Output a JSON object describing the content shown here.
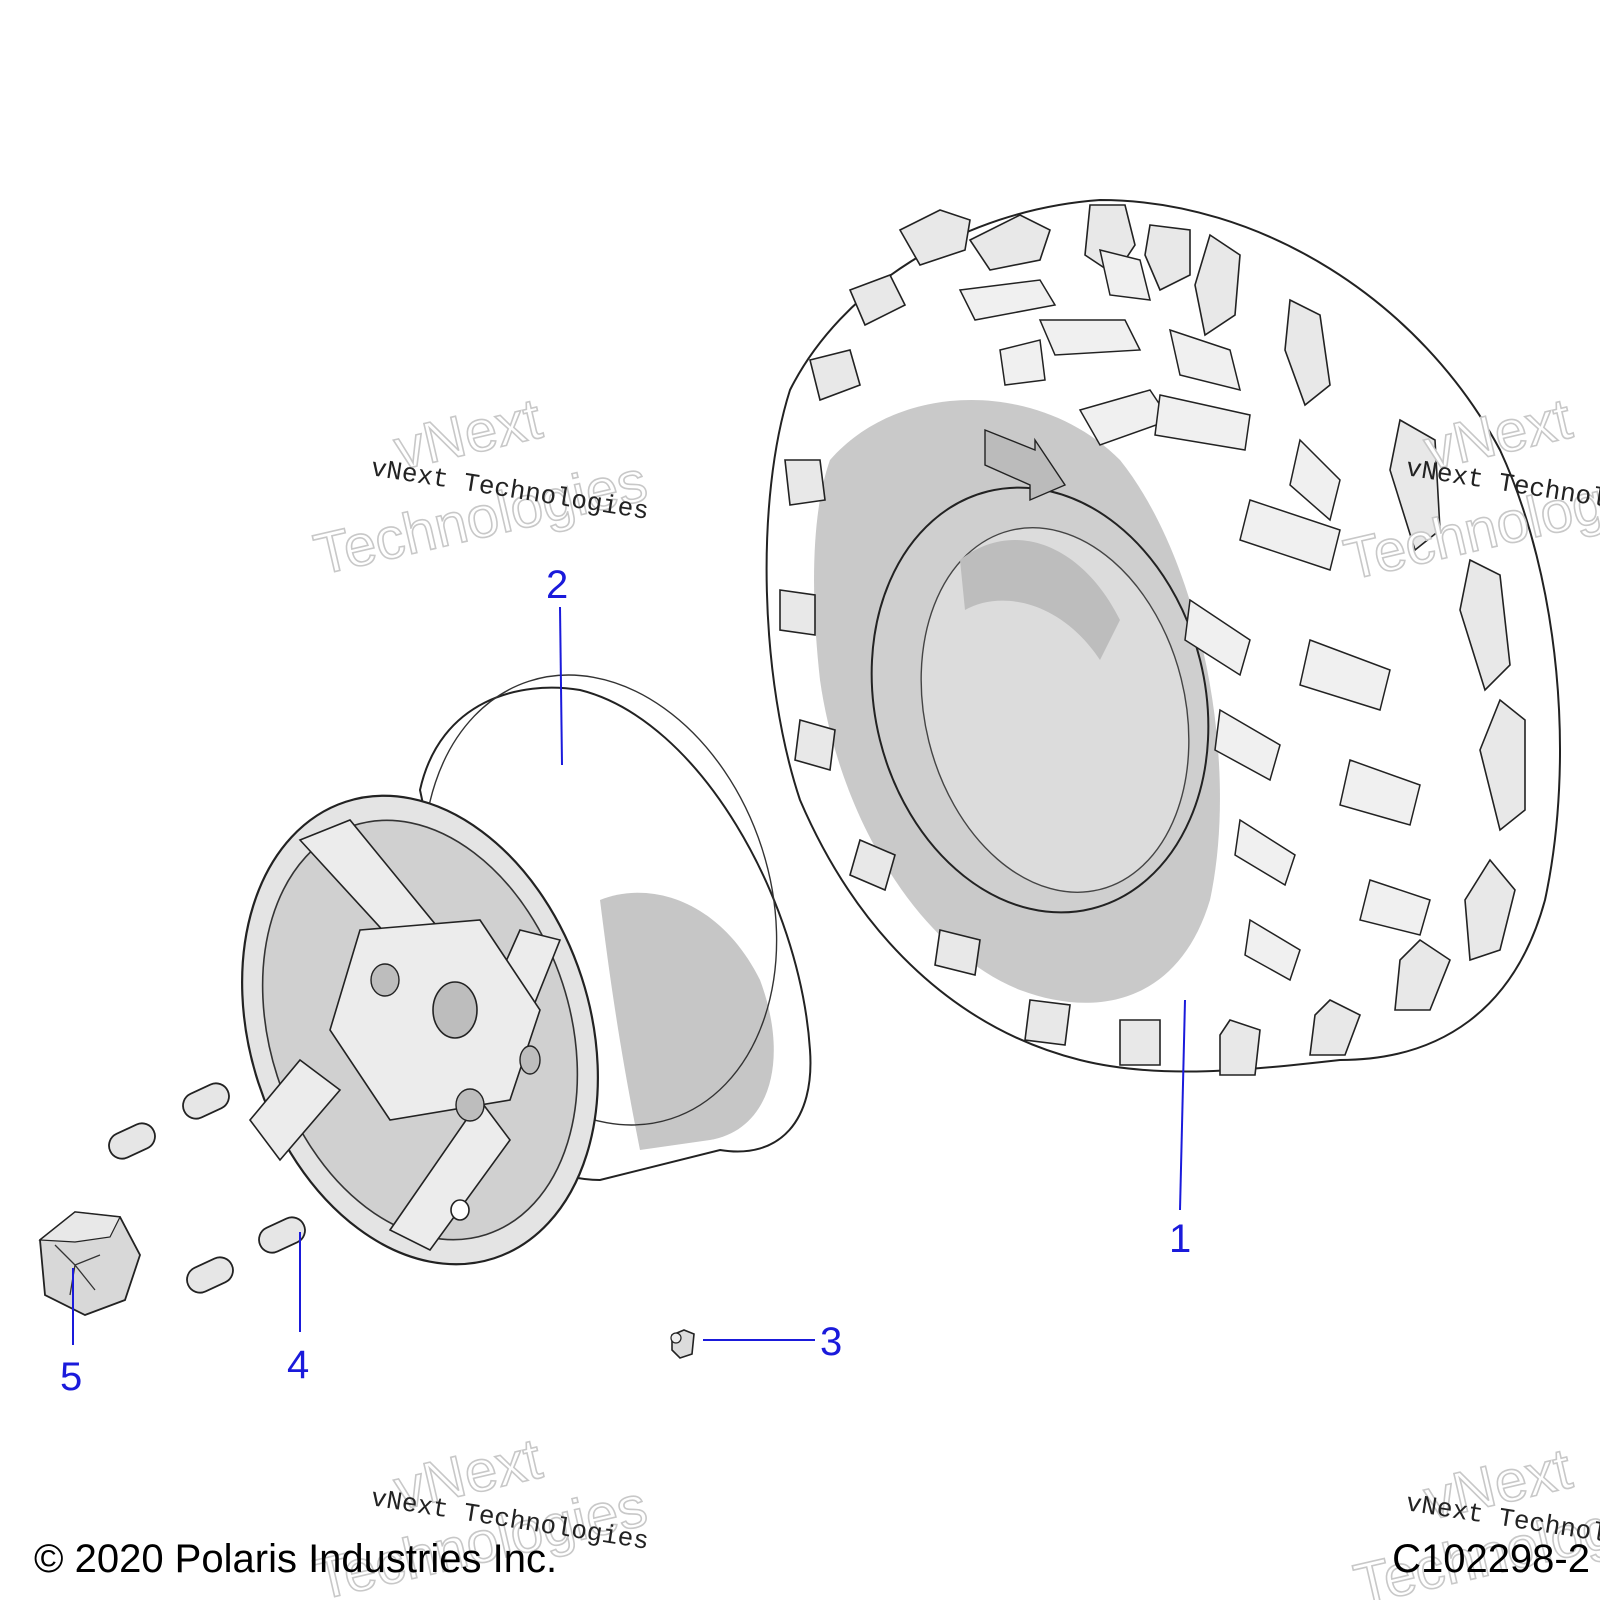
{
  "diagram": {
    "callouts": [
      {
        "id": "1",
        "label": "1"
      },
      {
        "id": "2",
        "label": "2"
      },
      {
        "id": "3",
        "label": "3"
      },
      {
        "id": "4",
        "label": "4"
      },
      {
        "id": "5",
        "label": "5"
      }
    ],
    "watermark_text": "vNext Technologies",
    "watermark_big_line1": "vNext",
    "watermark_big_line2": "Technologies",
    "copyright": "© 2020 Polaris Industries Inc.",
    "figure_code": "C102298-2",
    "colors": {
      "callout": "#1a1adb",
      "part_fill": "#d9d9d9",
      "part_shade": "#c4c4c4",
      "outline": "#222222"
    }
  }
}
